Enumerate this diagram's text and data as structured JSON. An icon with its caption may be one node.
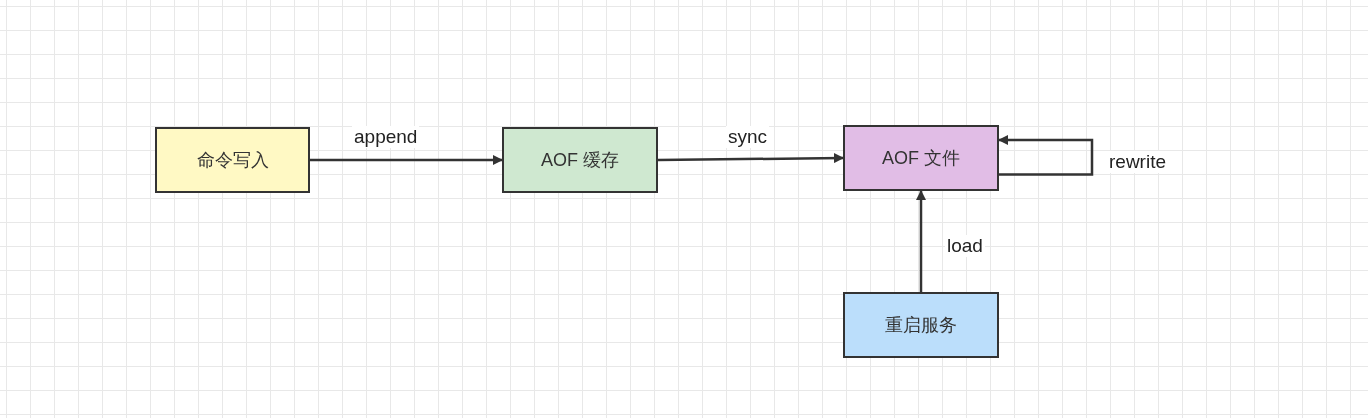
{
  "diagram": {
    "nodes": [
      {
        "text": [
          "命令写入"
        ]
      },
      {
        "text": [
          "AOF 缓存"
        ]
      },
      {
        "text": [
          "AOF 文件"
        ]
      },
      {
        "text": [
          "重启服务"
        ]
      }
    ],
    "edges": [
      {
        "from": 0,
        "to": 1,
        "arrow": "to",
        "label": "append"
      },
      {
        "from": 1,
        "to": 2,
        "arrow": "to",
        "label": "sync"
      },
      {
        "from": 2,
        "to": 2,
        "arrow": "to",
        "label": "rewrite"
      },
      {
        "from": 3,
        "to": 2,
        "arrow": "to",
        "label": "load"
      }
    ]
  }
}
